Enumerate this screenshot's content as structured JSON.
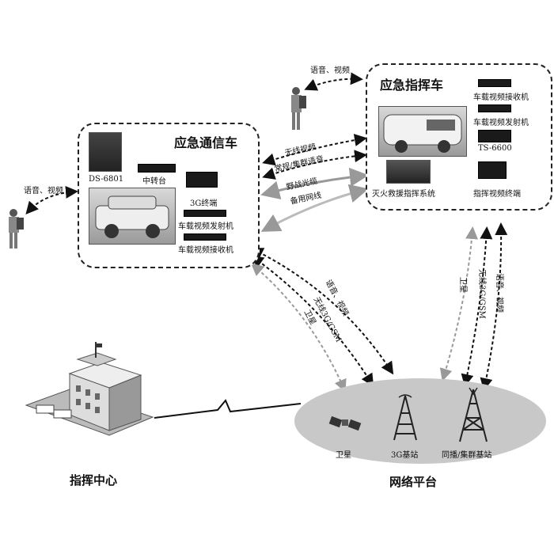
{
  "comm_vehicle": {
    "title": "应急通信车",
    "ds": "DS-6801",
    "relay": "中转台",
    "terminal3g": "3G终端",
    "tx": "车载视频发射机",
    "rx": "车载视频接收机"
  },
  "cmd_vehicle": {
    "title": "应急指挥车",
    "rx": "车载视频接收机",
    "tx": "车载视频发射机",
    "ts": "TS-6600",
    "fire_sys": "灭火救援指挥系统",
    "video_term": "指挥视频终端"
  },
  "links_between": [
    "无线视频",
    "常规/集群语音",
    "野战光缆",
    "备用网线"
  ],
  "voice_video_left": "语音、视频",
  "voice_video_top": "语音、视频",
  "links_left": [
    "语音、视频",
    "无线3G/GSM",
    "卫星"
  ],
  "links_right": [
    "卫星",
    "无线3G/GSM",
    "语音、视频"
  ],
  "network": {
    "title": "网络平台",
    "satellite": "卫星",
    "bs3g": "3G基站",
    "trunk": "同播/集群基站"
  },
  "center": {
    "title": "指挥中心"
  }
}
